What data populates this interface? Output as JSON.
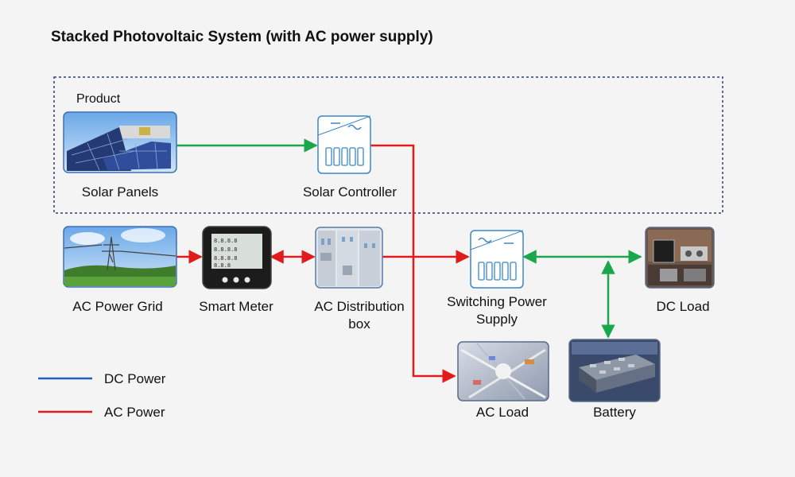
{
  "title": "Stacked Photovoltaic System (with AC power supply)",
  "product_group_label": "Product",
  "nodes": {
    "solar_panels": "Solar Panels",
    "solar_controller": "Solar Controller",
    "ac_power_grid": "AC Power Grid",
    "smart_meter": "Smart Meter",
    "ac_distribution_box": {
      "line1": "AC Distribution",
      "line2": "box"
    },
    "switching_power_supply": {
      "line1": "Switching Power",
      "line2": "Supply"
    },
    "dc_load": "DC Load",
    "ac_load": "AC Load",
    "battery": "Battery"
  },
  "legend": [
    {
      "label": "DC Power",
      "color": "#1f5fbf"
    },
    {
      "label": "AC Power",
      "color": "#e01b1b"
    }
  ],
  "connection_colors": {
    "green": "#1aa64a",
    "red": "#e01b1b"
  }
}
